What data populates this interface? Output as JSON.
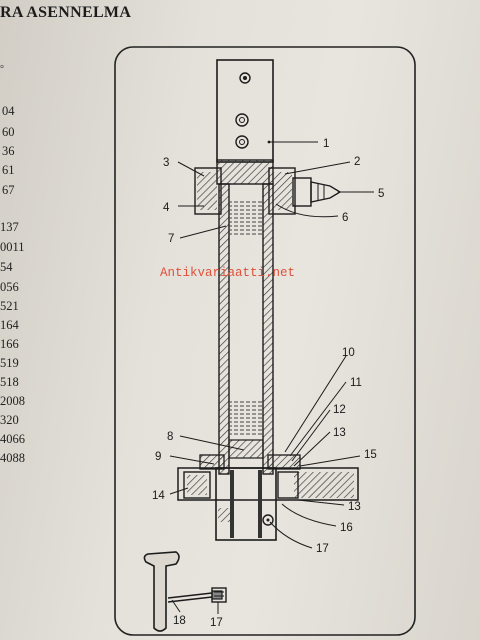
{
  "document": {
    "title": "RA ASENNELMA",
    "top_mark": "°",
    "code_fragments": [
      "04",
      "60",
      "36",
      "61",
      "67",
      "137",
      "0011",
      "54",
      "056",
      "521",
      "164",
      "166",
      "519",
      "518",
      "2008",
      "320",
      "4066",
      "4088"
    ]
  },
  "diagram": {
    "callouts": [
      "1",
      "2",
      "3",
      "4",
      "5",
      "6",
      "7",
      "8",
      "9",
      "10",
      "11",
      "12",
      "13",
      "14",
      "15",
      "13",
      "16",
      "17",
      "18",
      "17"
    ]
  },
  "watermark": {
    "text": "Antikvariaatti.net",
    "color": "#e0503a"
  },
  "colors": {
    "ink": "#1c1c1c",
    "paper": "#e6e3dc",
    "hatch": "#3a3a3a"
  }
}
